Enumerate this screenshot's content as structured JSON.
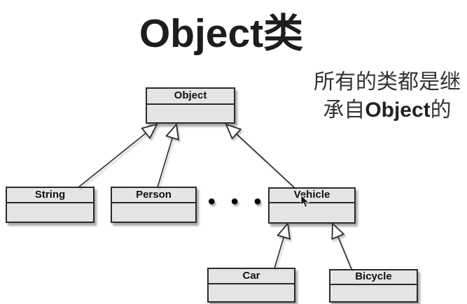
{
  "title": "Object类",
  "annotation": {
    "line1": "所有的类都是继",
    "line2_prefix": "承自",
    "line2_bold": "Object",
    "line2_suffix": "的"
  },
  "classes": [
    {
      "name": "Object"
    },
    {
      "name": "String"
    },
    {
      "name": "Person"
    },
    {
      "name": "Vehicle"
    },
    {
      "name": "Car"
    },
    {
      "name": "Bicycle"
    }
  ],
  "ellipsis": "• • •",
  "edges": [
    {
      "from": "String",
      "to": "Object",
      "type": "generalization"
    },
    {
      "from": "Person",
      "to": "Object",
      "type": "generalization"
    },
    {
      "from": "Vehicle",
      "to": "Object",
      "type": "generalization"
    },
    {
      "from": "Car",
      "to": "Vehicle",
      "type": "generalization"
    },
    {
      "from": "Bicycle",
      "to": "Vehicle",
      "type": "generalization"
    }
  ],
  "colors": {
    "background": "#ffffff",
    "box_fill": "#e4e4e4",
    "box_border": "#2b2b2b",
    "text": "#1d1d1d"
  }
}
